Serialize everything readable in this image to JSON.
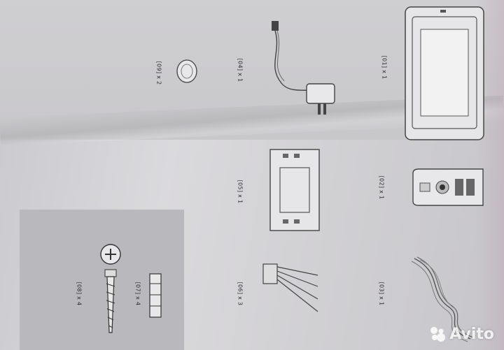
{
  "labels": {
    "item01": "[01] x 1",
    "item02": "[02] x 1",
    "item03": "[03] x 1",
    "item04": "[04] x 1",
    "item05": "[05] x 1",
    "item06": "[06] x 3",
    "item07": "[07] x 4",
    "item08": "[08] x 4",
    "item09": "[09] x 2"
  },
  "watermark": {
    "text": "Avito"
  },
  "colors": {
    "paper": "#d4d4d6",
    "ink": "#2c2c30",
    "gray_box": "#b9b8bc"
  }
}
